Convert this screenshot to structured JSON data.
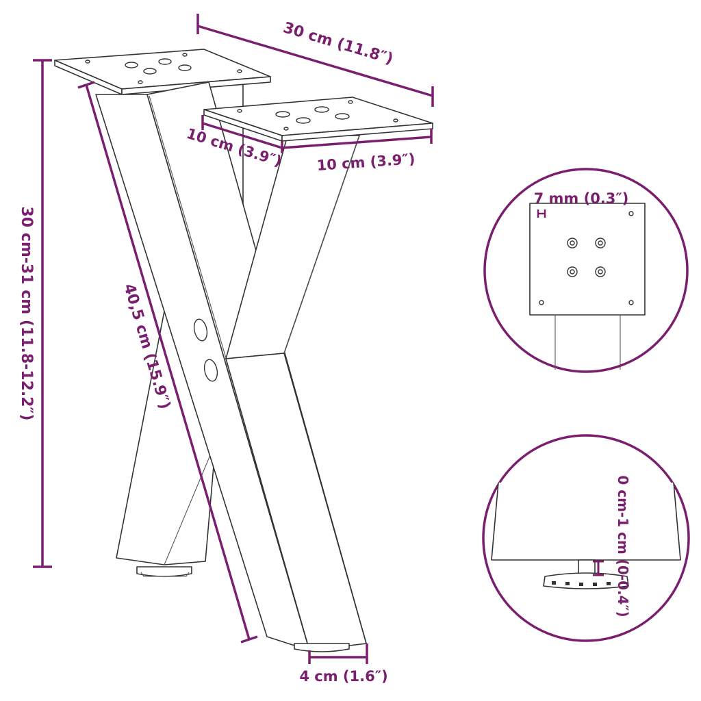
{
  "labels": {
    "plate_length": "30 cm (11.8″)",
    "plate_width_left": "10 cm (3.9″)",
    "plate_width_right": "10 cm (3.9″)",
    "height_range": "30 cm-31 cm (11.8-12.2″)",
    "leg_length": "40,5 cm (15.9″)",
    "tube_width": "4 cm (1.6″)",
    "plate_thickness": "7 mm (0.3″)",
    "foot_adjust": "0 cm-1 cm (0-0.4″)"
  },
  "colors": {
    "dimension": "#7a1f6e",
    "ink": "#333333",
    "background": "#ffffff"
  }
}
